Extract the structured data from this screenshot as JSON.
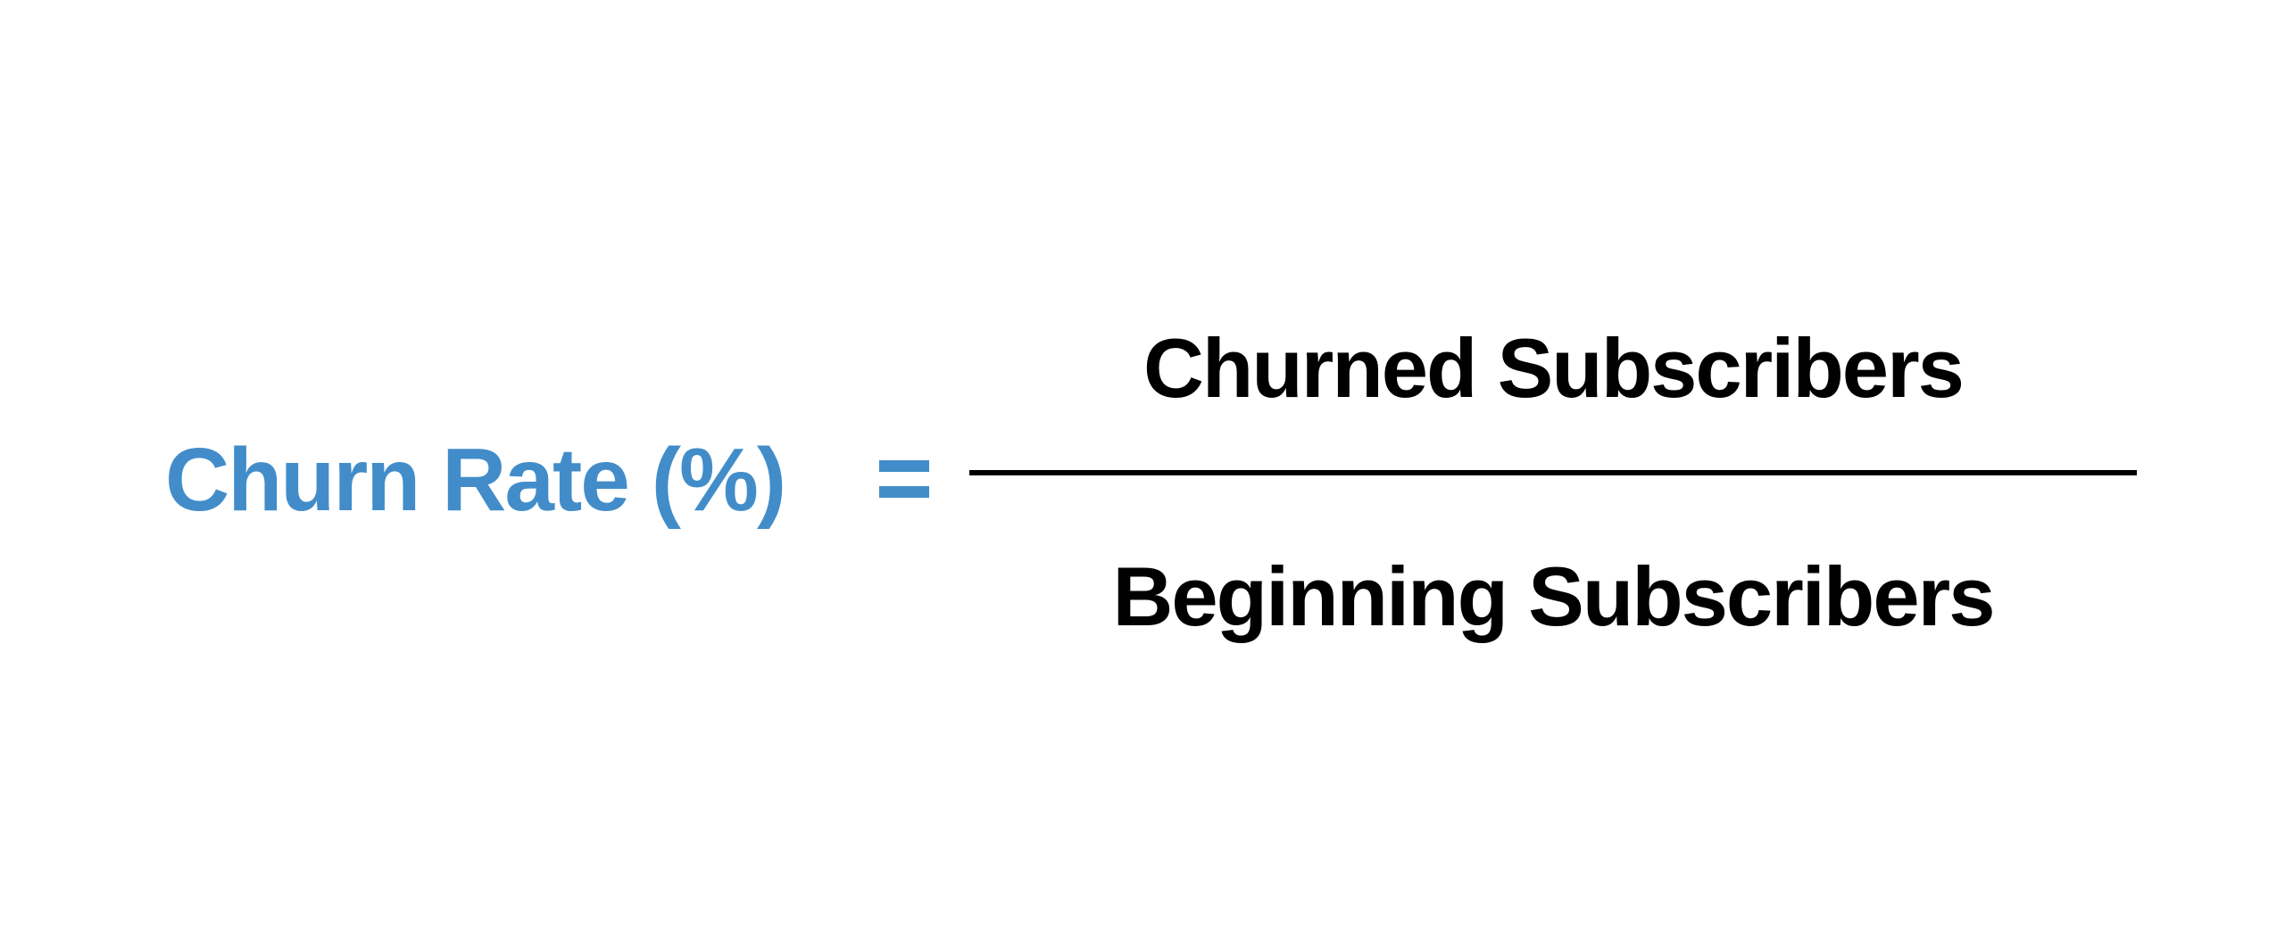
{
  "formula": {
    "lhs": "Churn Rate (%)",
    "operator": "=",
    "numerator": "Churned Subscribers",
    "denominator": "Beginning Subscribers",
    "accent_color": "#428DC9"
  }
}
